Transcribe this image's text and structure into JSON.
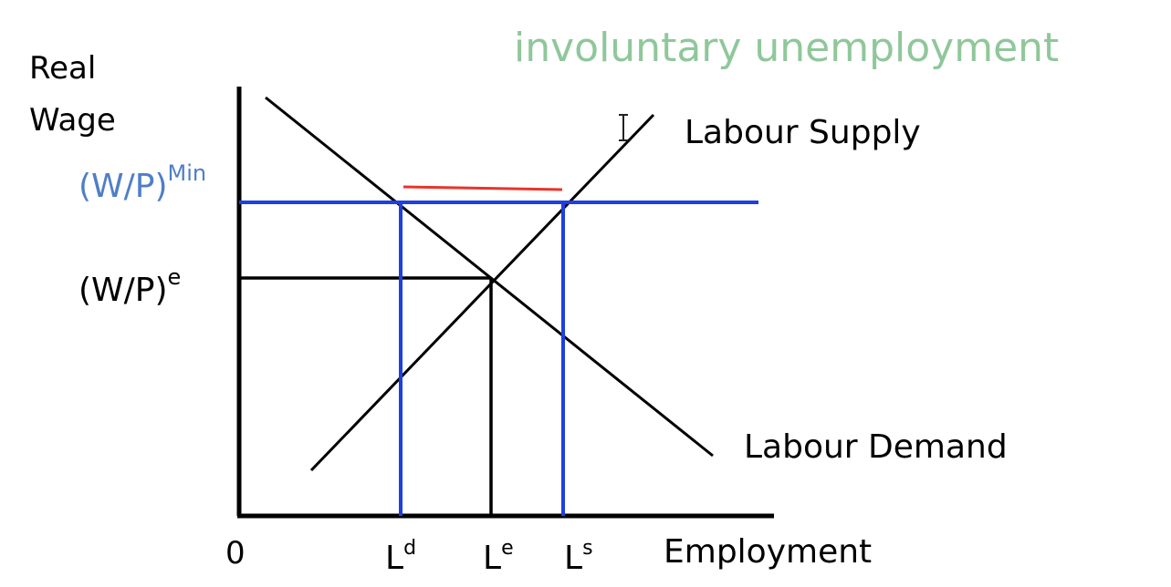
{
  "annotation": "involuntary unemployment",
  "y_axis_label": {
    "line1": "Real",
    "line2": "Wage"
  },
  "x_axis_label": "Employment",
  "origin_label": "0",
  "wage_labels": {
    "minimum": {
      "base": "(W/P)",
      "sup": "Min"
    },
    "equilibrium": {
      "base": "(W/P)",
      "sup": "e"
    }
  },
  "employment_labels": {
    "demanded": {
      "base": "L",
      "sup": "d"
    },
    "equilibrium": {
      "base": "L",
      "sup": "e"
    },
    "supplied": {
      "base": "L",
      "sup": "s"
    }
  },
  "curves": {
    "supply": "Labour Supply",
    "demand": "Labour Demand"
  },
  "colors": {
    "axes": "#000000",
    "curves": "#000000",
    "minimum_wage": "#1f3fe0",
    "minimum_wage_label": "#4f7ec8",
    "annotation": "#8fc79a",
    "unemployment_gap": "#e8342a"
  },
  "cursor_icon": "text-cursor-icon"
}
